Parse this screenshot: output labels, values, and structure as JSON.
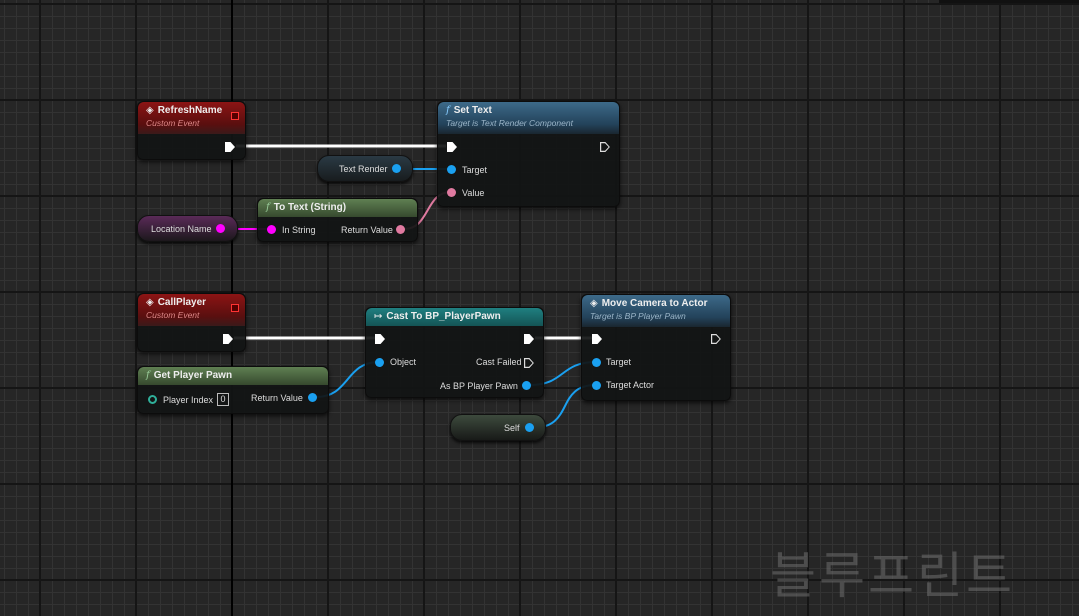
{
  "watermark": "블루프린트",
  "nodes": {
    "refresh_name": {
      "title": "RefreshName",
      "subtitle": "Custom Event"
    },
    "set_text": {
      "title": "Set Text",
      "subtitle": "Target is Text Render Component",
      "pins": {
        "target": "Target",
        "value": "Value"
      }
    },
    "text_render": {
      "label": "Text Render"
    },
    "location_name": {
      "label": "Location Name"
    },
    "to_text": {
      "title": "To Text (String)",
      "pins": {
        "in": "In String",
        "out": "Return Value"
      }
    },
    "call_player": {
      "title": "CallPlayer",
      "subtitle": "Custom Event"
    },
    "get_player_pawn": {
      "title": "Get Player Pawn",
      "pins": {
        "index": "Player Index",
        "index_value": "0",
        "out": "Return Value"
      }
    },
    "cast": {
      "title": "Cast To BP_PlayerPawn",
      "pins": {
        "object": "Object",
        "failed": "Cast Failed",
        "as": "As BP Player Pawn"
      }
    },
    "move_camera": {
      "title": "Move Camera to Actor",
      "subtitle": "Target is BP Player Pawn",
      "pins": {
        "target": "Target",
        "target_actor": "Target Actor"
      }
    },
    "self": {
      "label": "Self"
    }
  },
  "colors": {
    "exec": "#ffffff",
    "object": "#1aa0f0",
    "string": "#ff00ff",
    "text": "#e07aa0",
    "event": "#8c1414",
    "function": "#3d6a89"
  }
}
